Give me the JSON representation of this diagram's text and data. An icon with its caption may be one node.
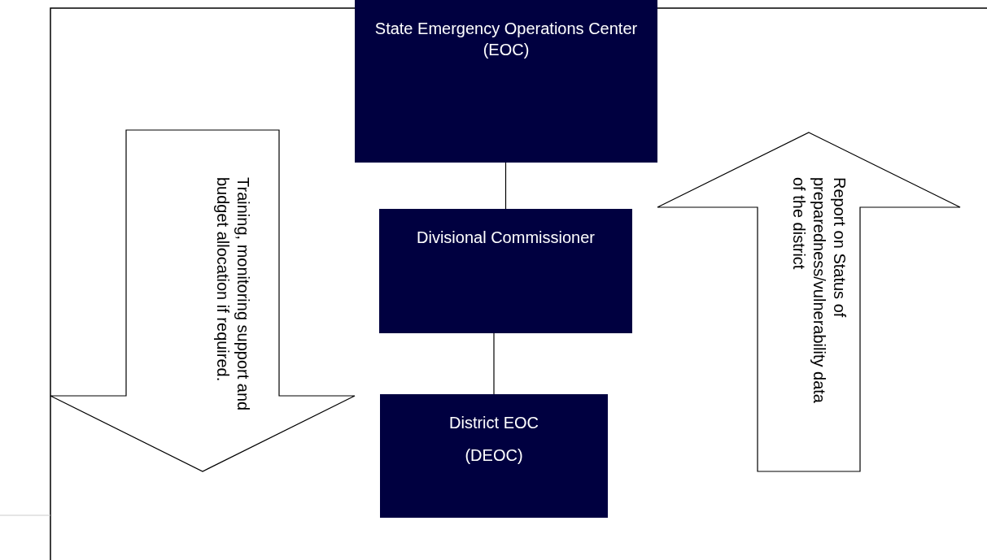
{
  "diagram": {
    "nodes": [
      {
        "text": [
          "State Emergency Operations Center (EOC)"
        ]
      },
      {
        "text": [
          "Training, monitoring support and budget allocation if required."
        ]
      },
      {
        "text": [
          "Divisional Commissioner"
        ]
      },
      {
        "text": [
          "Report on Status of preparedness/vulnerability data of the district"
        ]
      },
      {
        "text": [
          "District EOC",
          "(DEOC)"
        ]
      }
    ],
    "edges": [
      {
        "from": 0,
        "to": 2,
        "arrow": "none"
      },
      {
        "from": 2,
        "to": 4,
        "arrow": "none"
      }
    ]
  }
}
